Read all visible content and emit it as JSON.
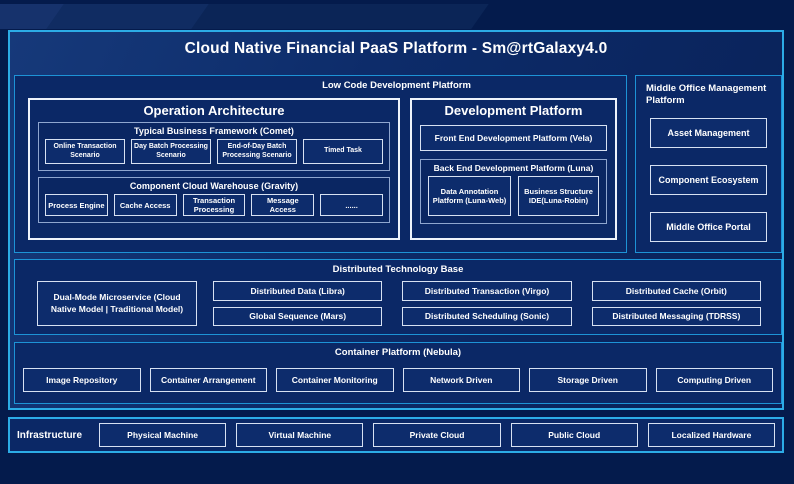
{
  "title": "Cloud Native Financial PaaS Platform - Sm@rtGalaxy4.0",
  "colors": {
    "page_bg": "#041b4c",
    "panel_bg": "#0d2c6a",
    "accent_border": "#2cace6",
    "section_border": "#1d93d6",
    "white_border": "#eef3fb",
    "muted_border": "#8fa6cf",
    "text": "#ffffff"
  },
  "low_code": {
    "label": "Low Code Development Platform",
    "operation": {
      "title": "Operation Architecture",
      "comet": {
        "title": "Typical Business Framework (Comet)",
        "items": [
          "Online Transaction Scenario",
          "Day Batch Processing Scenario",
          "End-of-Day Batch Processing Scenario",
          "Timed Task"
        ]
      },
      "gravity": {
        "title": "Component Cloud Warehouse (Gravity)",
        "items": [
          "Process Engine",
          "Cache Access",
          "Transaction Processing",
          "Message Access",
          "......"
        ]
      }
    },
    "development": {
      "title": "Development Platform",
      "front_end": "Front End Development Platform (Vela)",
      "back_end": {
        "title": "Back End Development Platform (Luna)",
        "items": [
          "Data Annotation Platform (Luna-Web)",
          "Business Structure IDE(Luna-Robin)"
        ]
      }
    }
  },
  "middle_office": {
    "label": "Middle Office Management Platform",
    "items": [
      "Asset Management",
      "Component Ecosystem",
      "Middle Office Portal"
    ]
  },
  "distributed": {
    "label": "Distributed Technology Base",
    "side": "Dual-Mode Microservice (Cloud Native Model | Traditional Model)",
    "cells": [
      "Distributed Data (Libra)",
      "Distributed Transaction (Virgo)",
      "Distributed Cache (Orbit)",
      "Global Sequence (Mars)",
      "Distributed Scheduling (Sonic)",
      "Distributed Messaging (TDRSS)"
    ]
  },
  "container_platform": {
    "label": "Container Platform (Nebula)",
    "items": [
      "Image Repository",
      "Container Arrangement",
      "Container Monitoring",
      "Network Driven",
      "Storage Driven",
      "Computing Driven"
    ]
  },
  "infrastructure": {
    "label": "Infrastructure",
    "items": [
      "Physical Machine",
      "Virtual Machine",
      "Private Cloud",
      "Public Cloud",
      "Localized Hardware"
    ]
  }
}
